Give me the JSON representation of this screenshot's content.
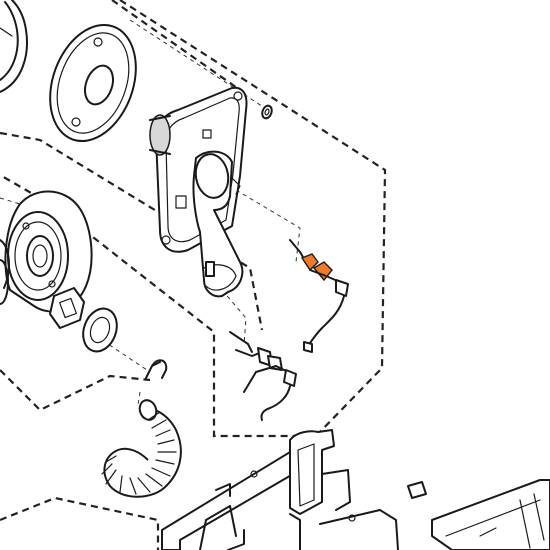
{
  "diagram": {
    "type": "exploded-parts-view",
    "style": "black line art with dashed assembly boundaries",
    "highlighted_part": "ignition-electrode",
    "colors": {
      "line": "#1a1a1a",
      "highlight": "#f07a2a",
      "background": "#ffffff"
    },
    "parts": [
      "burner-ring-partial",
      "burner-cover-disc",
      "sealing-washer",
      "burner-plate",
      "ignition-electrode",
      "flame-sensor-electrode",
      "blower-fan",
      "blower-gasket",
      "round-gasket",
      "hose-clip",
      "corrugated-hose",
      "heat-exchanger-frame",
      "small-block",
      "bracket-piece"
    ]
  }
}
